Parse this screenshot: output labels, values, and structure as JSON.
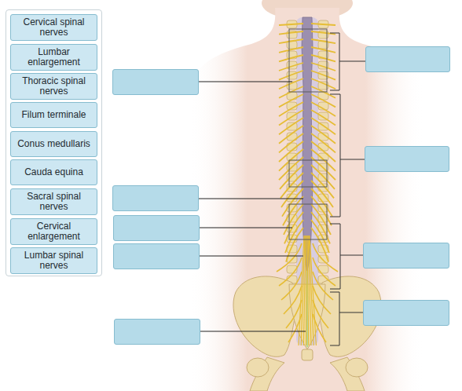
{
  "diagram": {
    "nodes": [
      {
        "text": [
          "Cervical spinal nerves"
        ]
      },
      {
        "text": [
          "Lumbar enlargement"
        ]
      },
      {
        "text": [
          "Thoracic spinal nerves"
        ]
      },
      {
        "text": [
          "Filum terminale"
        ]
      },
      {
        "text": [
          "Conus medullaris"
        ]
      },
      {
        "text": [
          "Cauda equina"
        ]
      },
      {
        "text": [
          "Sacral spinal nerves"
        ]
      },
      {
        "text": [
          "Cervical enlargement"
        ]
      },
      {
        "text": [
          "Lumbar spinal nerves"
        ]
      }
    ]
  }
}
